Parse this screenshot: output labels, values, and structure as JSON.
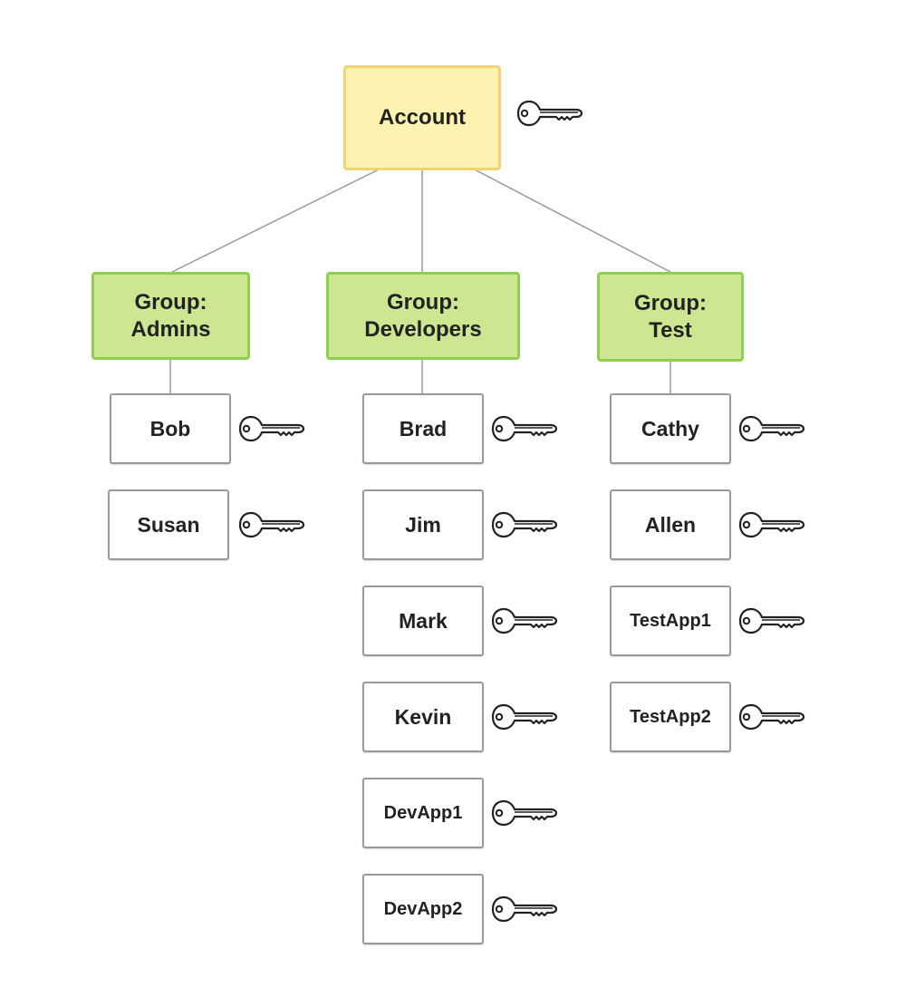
{
  "account": {
    "label": "Account",
    "icon": "key-icon"
  },
  "groups": [
    {
      "id": "admins",
      "label": "Group:\nAdmins",
      "members": [
        "Bob",
        "Susan"
      ]
    },
    {
      "id": "developers",
      "label": "Group:\nDevelopers",
      "members": [
        "Brad",
        "Jim",
        "Mark",
        "Kevin",
        "DevApp1",
        "DevApp2"
      ]
    },
    {
      "id": "test",
      "label": "Group:\nTest",
      "members": [
        "Cathy",
        "Allen",
        "TestApp1",
        "TestApp2"
      ]
    }
  ],
  "colors": {
    "account_fill": "#fcf3b0",
    "account_border": "#f4d36f",
    "group_fill": "#cde692",
    "group_border": "#8fcf4f",
    "user_border": "#999999",
    "connector": "#999999"
  }
}
